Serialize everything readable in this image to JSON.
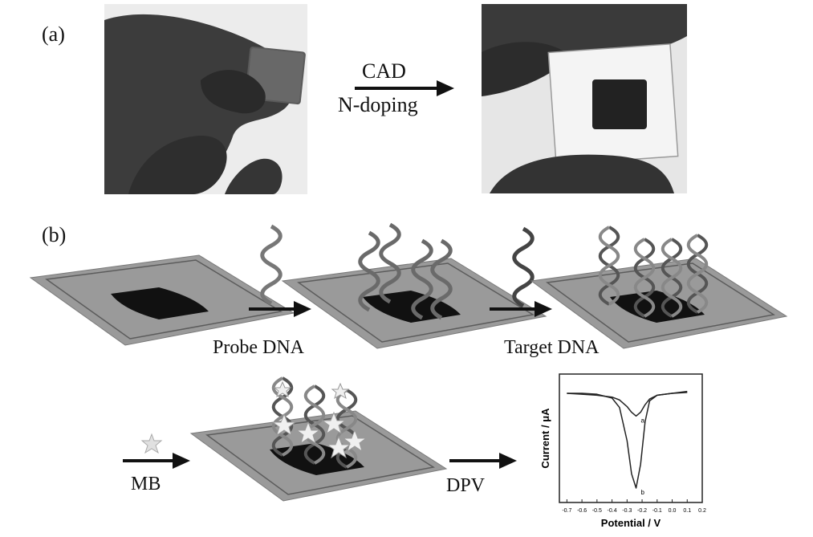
{
  "panel_a": {
    "label": "(a)",
    "arrow_top": "CAD",
    "arrow_bottom": "N-doping"
  },
  "panel_b": {
    "label": "(b)",
    "steps": [
      "Probe DNA",
      "Target DNA",
      "MB",
      "DPV"
    ]
  },
  "chart_data": {
    "type": "line",
    "xlabel": "Potential / V",
    "ylabel": "Current / μA",
    "x_ticks": [
      "-0.7",
      "-0.6",
      "-0.5",
      "-0.4",
      "-0.3",
      "-0.2",
      "-0.1",
      "0.0",
      "0.1",
      "0.2"
    ],
    "xlim": [
      -0.75,
      0.2
    ],
    "series": [
      {
        "name": "a",
        "x": [
          -0.7,
          -0.6,
          -0.5,
          -0.4,
          -0.35,
          -0.3,
          -0.27,
          -0.24,
          -0.21,
          -0.18,
          -0.15,
          -0.1,
          0.0,
          0.1
        ],
        "y": [
          0.0,
          0.01,
          0.02,
          0.04,
          0.07,
          0.14,
          0.2,
          0.24,
          0.2,
          0.12,
          0.06,
          0.02,
          0.0,
          -0.01
        ]
      },
      {
        "name": "b",
        "x": [
          -0.7,
          -0.6,
          -0.5,
          -0.4,
          -0.35,
          -0.3,
          -0.27,
          -0.24,
          -0.21,
          -0.18,
          -0.15,
          -0.1,
          0.0,
          0.1
        ],
        "y": [
          0.0,
          0.0,
          0.01,
          0.05,
          0.15,
          0.5,
          0.85,
          1.0,
          0.75,
          0.3,
          0.08,
          0.02,
          0.0,
          -0.02
        ]
      }
    ]
  }
}
